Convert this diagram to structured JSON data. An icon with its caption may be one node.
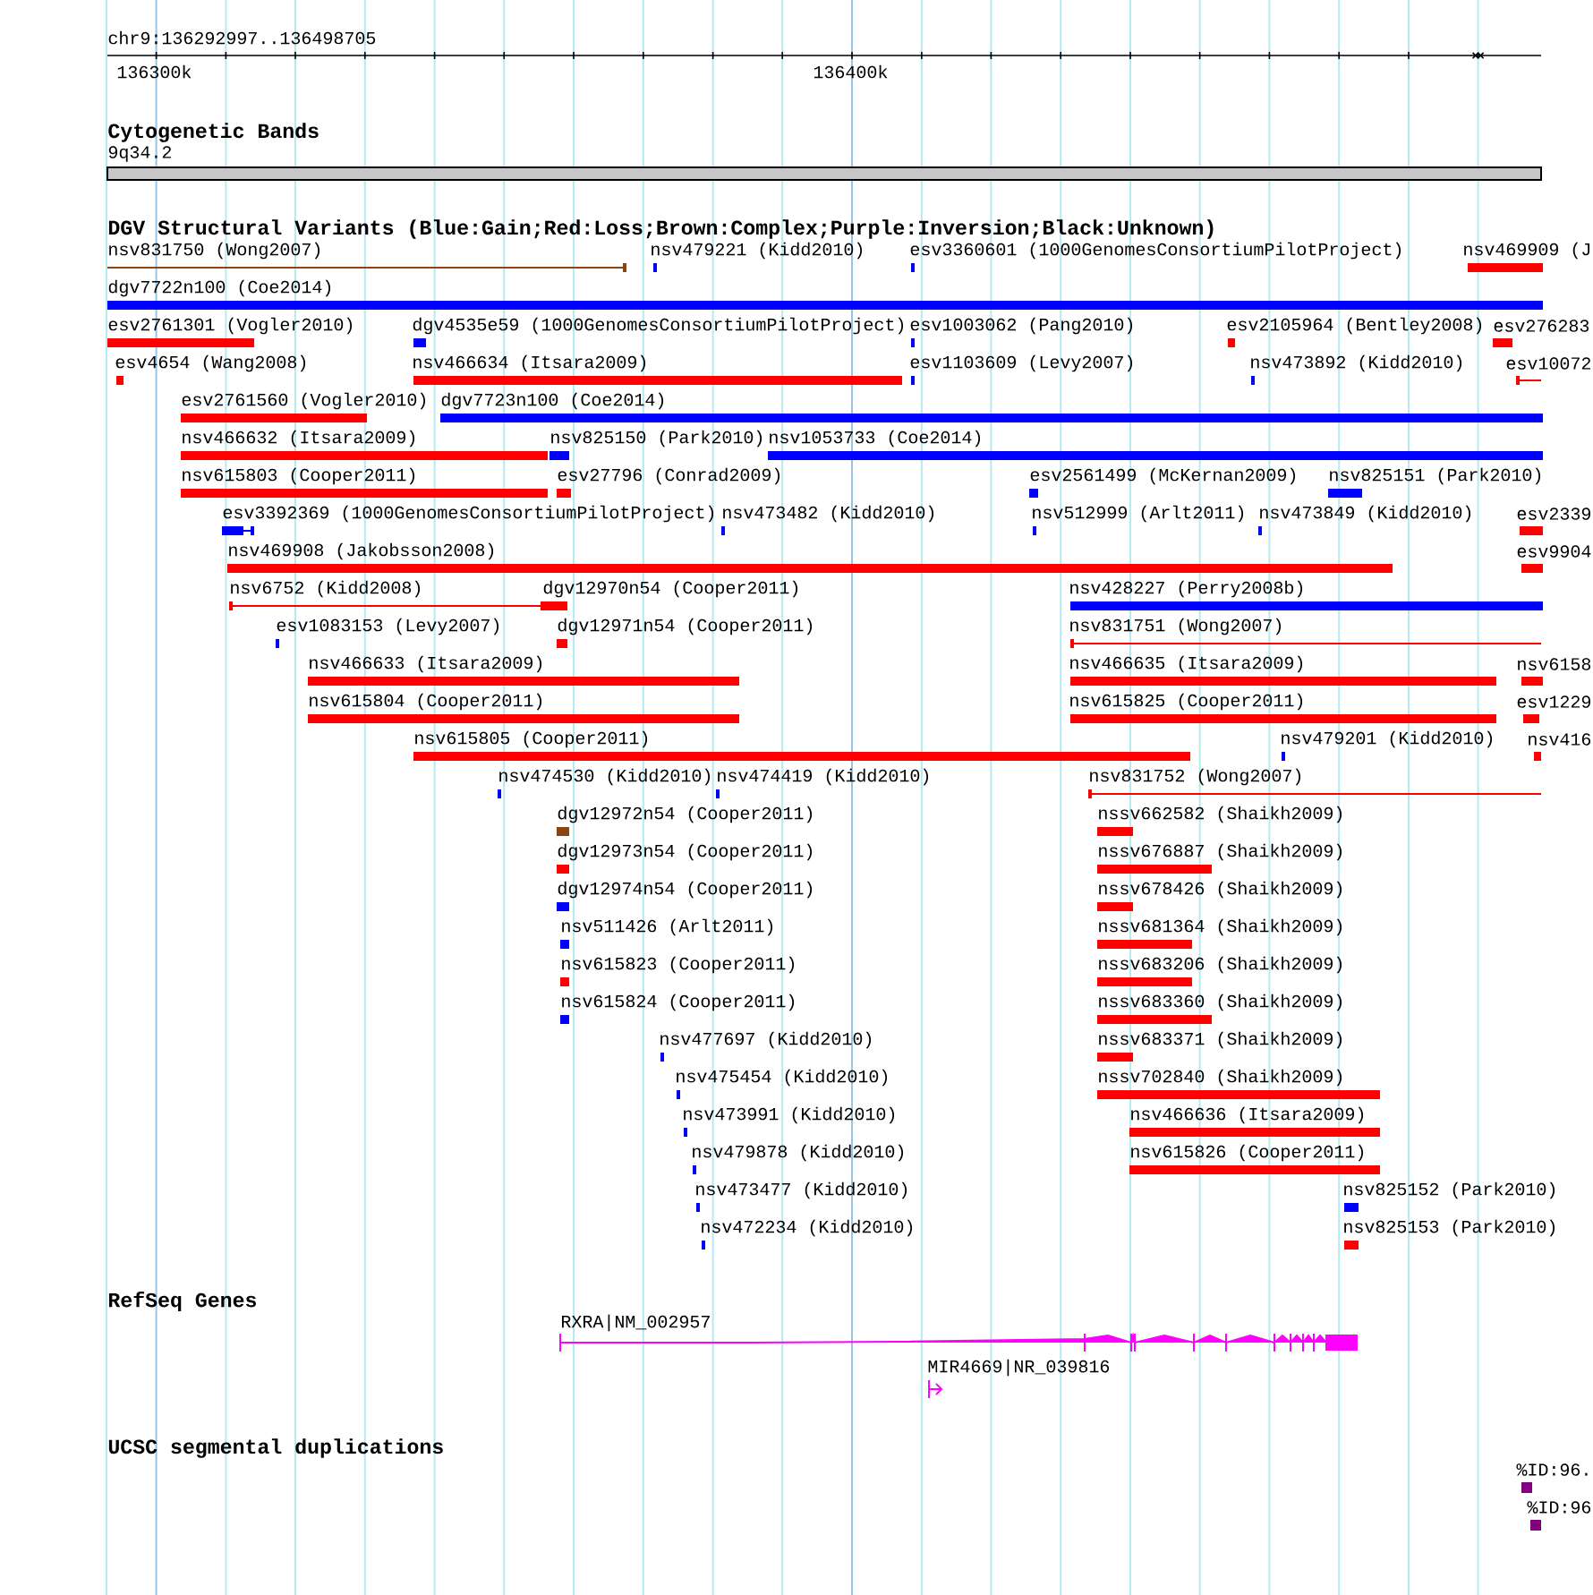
{
  "diagram": {
    "labels": [
      "chr9:136292997..136498705",
      "136300k",
      "136400k",
      "Cytogenetic Bands",
      "9q34.2",
      "DGV Structural Variants (Blue:Gain;Red:Loss;Brown:Complex;Purple:Inversion;Black:Unknown)",
      "nsv831750 (Wong2007)",
      "nsv479221 (Kidd2010)",
      "esv3360601 (1000GenomesConsortiumPilotProject)",
      "nsv469909 (J",
      "dgv7722n100 (Coe2014)",
      "esv2761301 (Vogler2010)",
      "dgv4535e59 (1000GenomesConsortiumPilotProject)",
      "esv1003062 (Pang2010)",
      "esv2105964 (Bentley2008)",
      "esv276283",
      "esv4654 (Wang2008)",
      "nsv466634 (Itsara2009)",
      "esv1103609 (Levy2007)",
      "nsv473892 (Kidd2010)",
      "esv10072",
      "esv2761560 (Vogler2010)",
      "dgv7723n100 (Coe2014)",
      "nsv466632 (Itsara2009)",
      "nsv825150 (Park2010)",
      "nsv1053733 (Coe2014)",
      "nsv615803 (Cooper2011)",
      "esv27796 (Conrad2009)",
      "esv2561499 (McKernan2009)",
      "nsv825151 (Park2010)",
      "esv3392369 (1000GenomesConsortiumPilotProject)",
      "nsv473482 (Kidd2010)",
      "nsv512999 (Arlt2011)",
      "nsv473849 (Kidd2010)",
      "esv2339",
      "nsv469908 (Jakobsson2008)",
      "esv9904",
      "nsv6752 (Kidd2008)",
      "dgv12970n54 (Cooper2011)",
      "nsv428227 (Perry2008b)",
      "esv1083153 (Levy2007)",
      "dgv12971n54 (Cooper2011)",
      "nsv831751 (Wong2007)",
      "nsv466633 (Itsara2009)",
      "nsv466635 (Itsara2009)",
      "nsv6158",
      "nsv615804 (Cooper2011)",
      "nsv615825 (Cooper2011)",
      "esv1229",
      "nsv615805 (Cooper2011)",
      "nsv479201 (Kidd2010)",
      "nsv416",
      "nsv474530 (Kidd2010)",
      "nsv474419 (Kidd2010)",
      "nsv831752 (Wong2007)",
      "dgv12972n54 (Cooper2011)",
      "nssv662582 (Shaikh2009)",
      "dgv12973n54 (Cooper2011)",
      "nssv676887 (Shaikh2009)",
      "dgv12974n54 (Cooper2011)",
      "nssv678426 (Shaikh2009)",
      "nsv511426 (Arlt2011)",
      "nssv681364 (Shaikh2009)",
      "nsv615823 (Cooper2011)",
      "nssv683206 (Shaikh2009)",
      "nsv615824 (Cooper2011)",
      "nssv683360 (Shaikh2009)",
      "nsv477697 (Kidd2010)",
      "nssv683371 (Shaikh2009)",
      "nsv475454 (Kidd2010)",
      "nssv702840 (Shaikh2009)",
      "nsv473991 (Kidd2010)",
      "nsv466636 (Itsara2009)",
      "nsv479878 (Kidd2010)",
      "nsv615826 (Cooper2011)",
      "nsv473477 (Kidd2010)",
      "nsv825152 (Park2010)",
      "nsv472234 (Kidd2010)",
      "nsv825153 (Park2010)",
      "RefSeq Genes",
      "RXRA|NM_002957",
      "MIR4669|NR_039816",
      "UCSC segmental duplications",
      "%ID:96.",
      "%ID:96"
    ]
  }
}
